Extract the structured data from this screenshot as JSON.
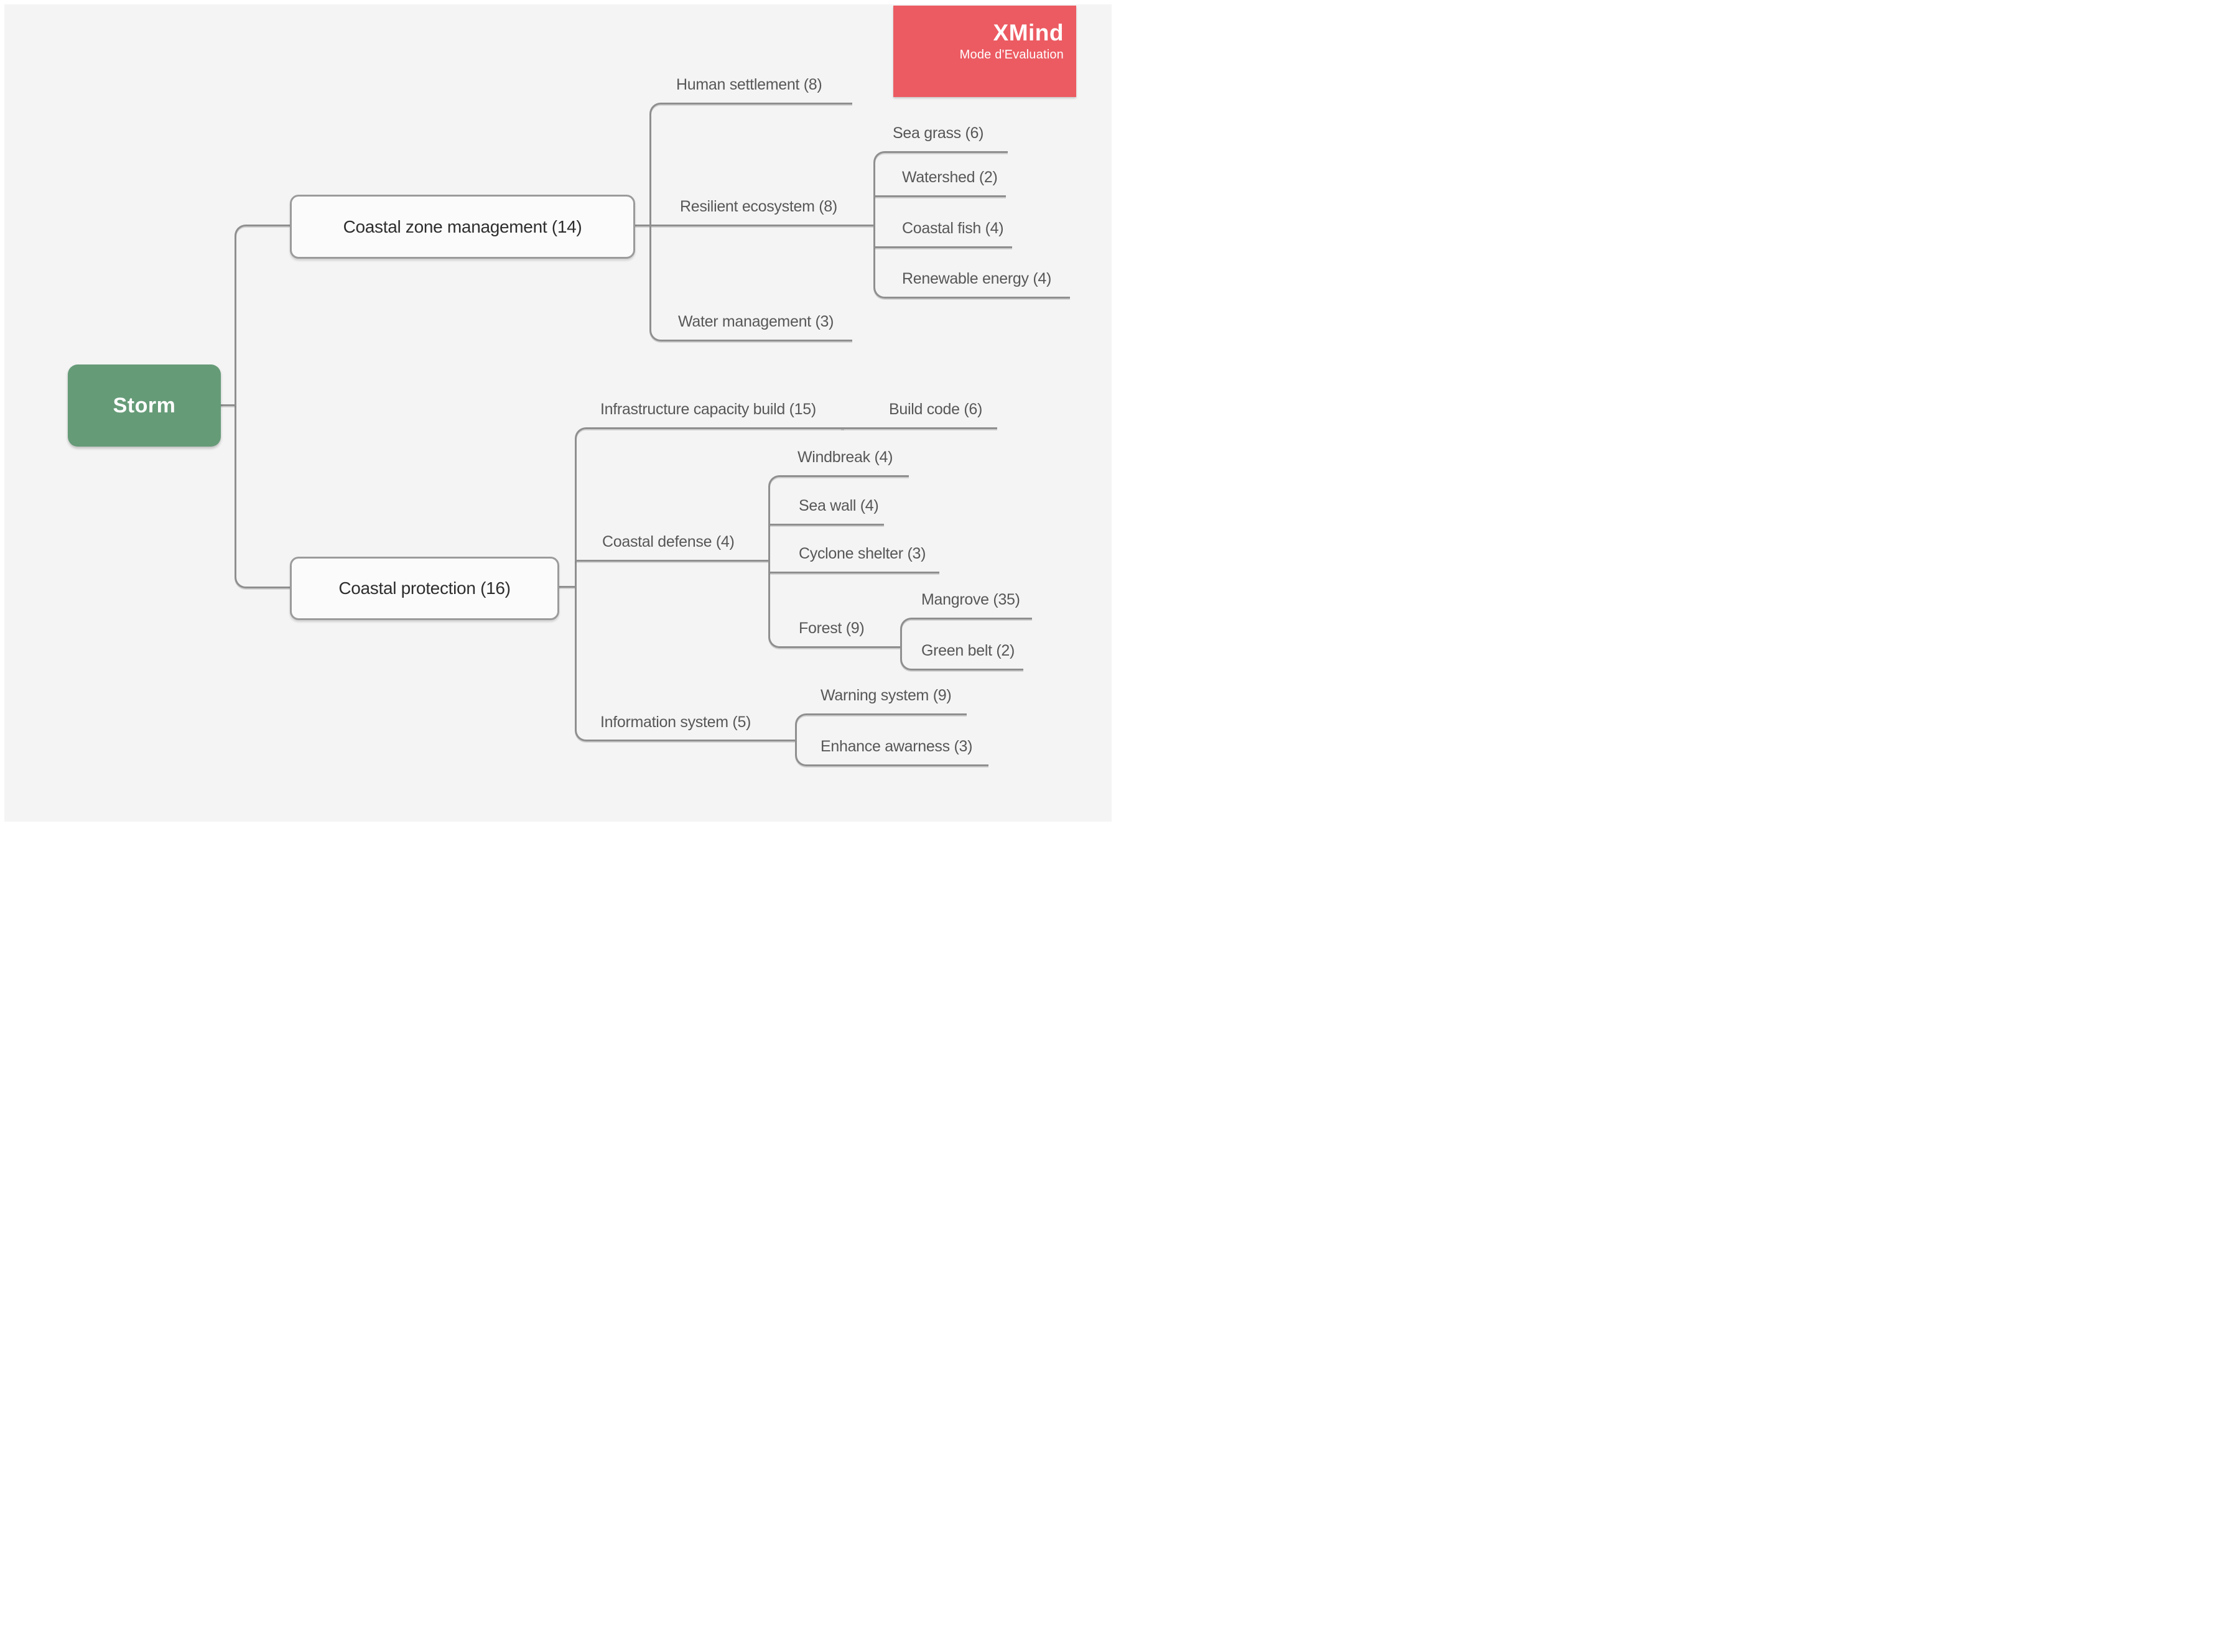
{
  "app": {
    "badge_title": "XMind",
    "badge_subtitle": "Mode d'Evaluation"
  },
  "colors": {
    "canvas": "#f4f4f4",
    "line": "#8f8f8f",
    "node_border": "#9b9b9b",
    "node_fill": "#fbfbfb",
    "root_fill": "#669b78",
    "badge": "#ec5b62",
    "label_text": "#575757",
    "node_text": "#2e2e2e"
  },
  "tree": {
    "root": {
      "label": "Storm"
    },
    "branches": [
      {
        "label": "Coastal zone management (14)",
        "children": [
          {
            "label": "Human settlement (8)"
          },
          {
            "label": "Resilient ecosystem (8)",
            "children": [
              {
                "label": "Sea grass (6)"
              },
              {
                "label": "Watershed (2)"
              },
              {
                "label": "Coastal fish (4)"
              },
              {
                "label": "Renewable energy (4)"
              }
            ]
          },
          {
            "label": "Water management (3)"
          }
        ]
      },
      {
        "label": "Coastal protection (16)",
        "children": [
          {
            "label": "Infrastructure capacity build (15)",
            "children": [
              {
                "label": "Build code (6)"
              }
            ]
          },
          {
            "label": "Coastal defense (4)",
            "children": [
              {
                "label": "Windbreak (4)"
              },
              {
                "label": "Sea wall (4)"
              },
              {
                "label": "Cyclone shelter (3)"
              },
              {
                "label": "Forest (9)",
                "children": [
                  {
                    "label": "Mangrove (35)"
                  },
                  {
                    "label": "Green belt (2)"
                  }
                ]
              }
            ]
          },
          {
            "label": "Information system (5)",
            "children": [
              {
                "label": "Warning system (9)"
              },
              {
                "label": "Enhance awarness (3)"
              }
            ]
          }
        ]
      }
    ]
  }
}
